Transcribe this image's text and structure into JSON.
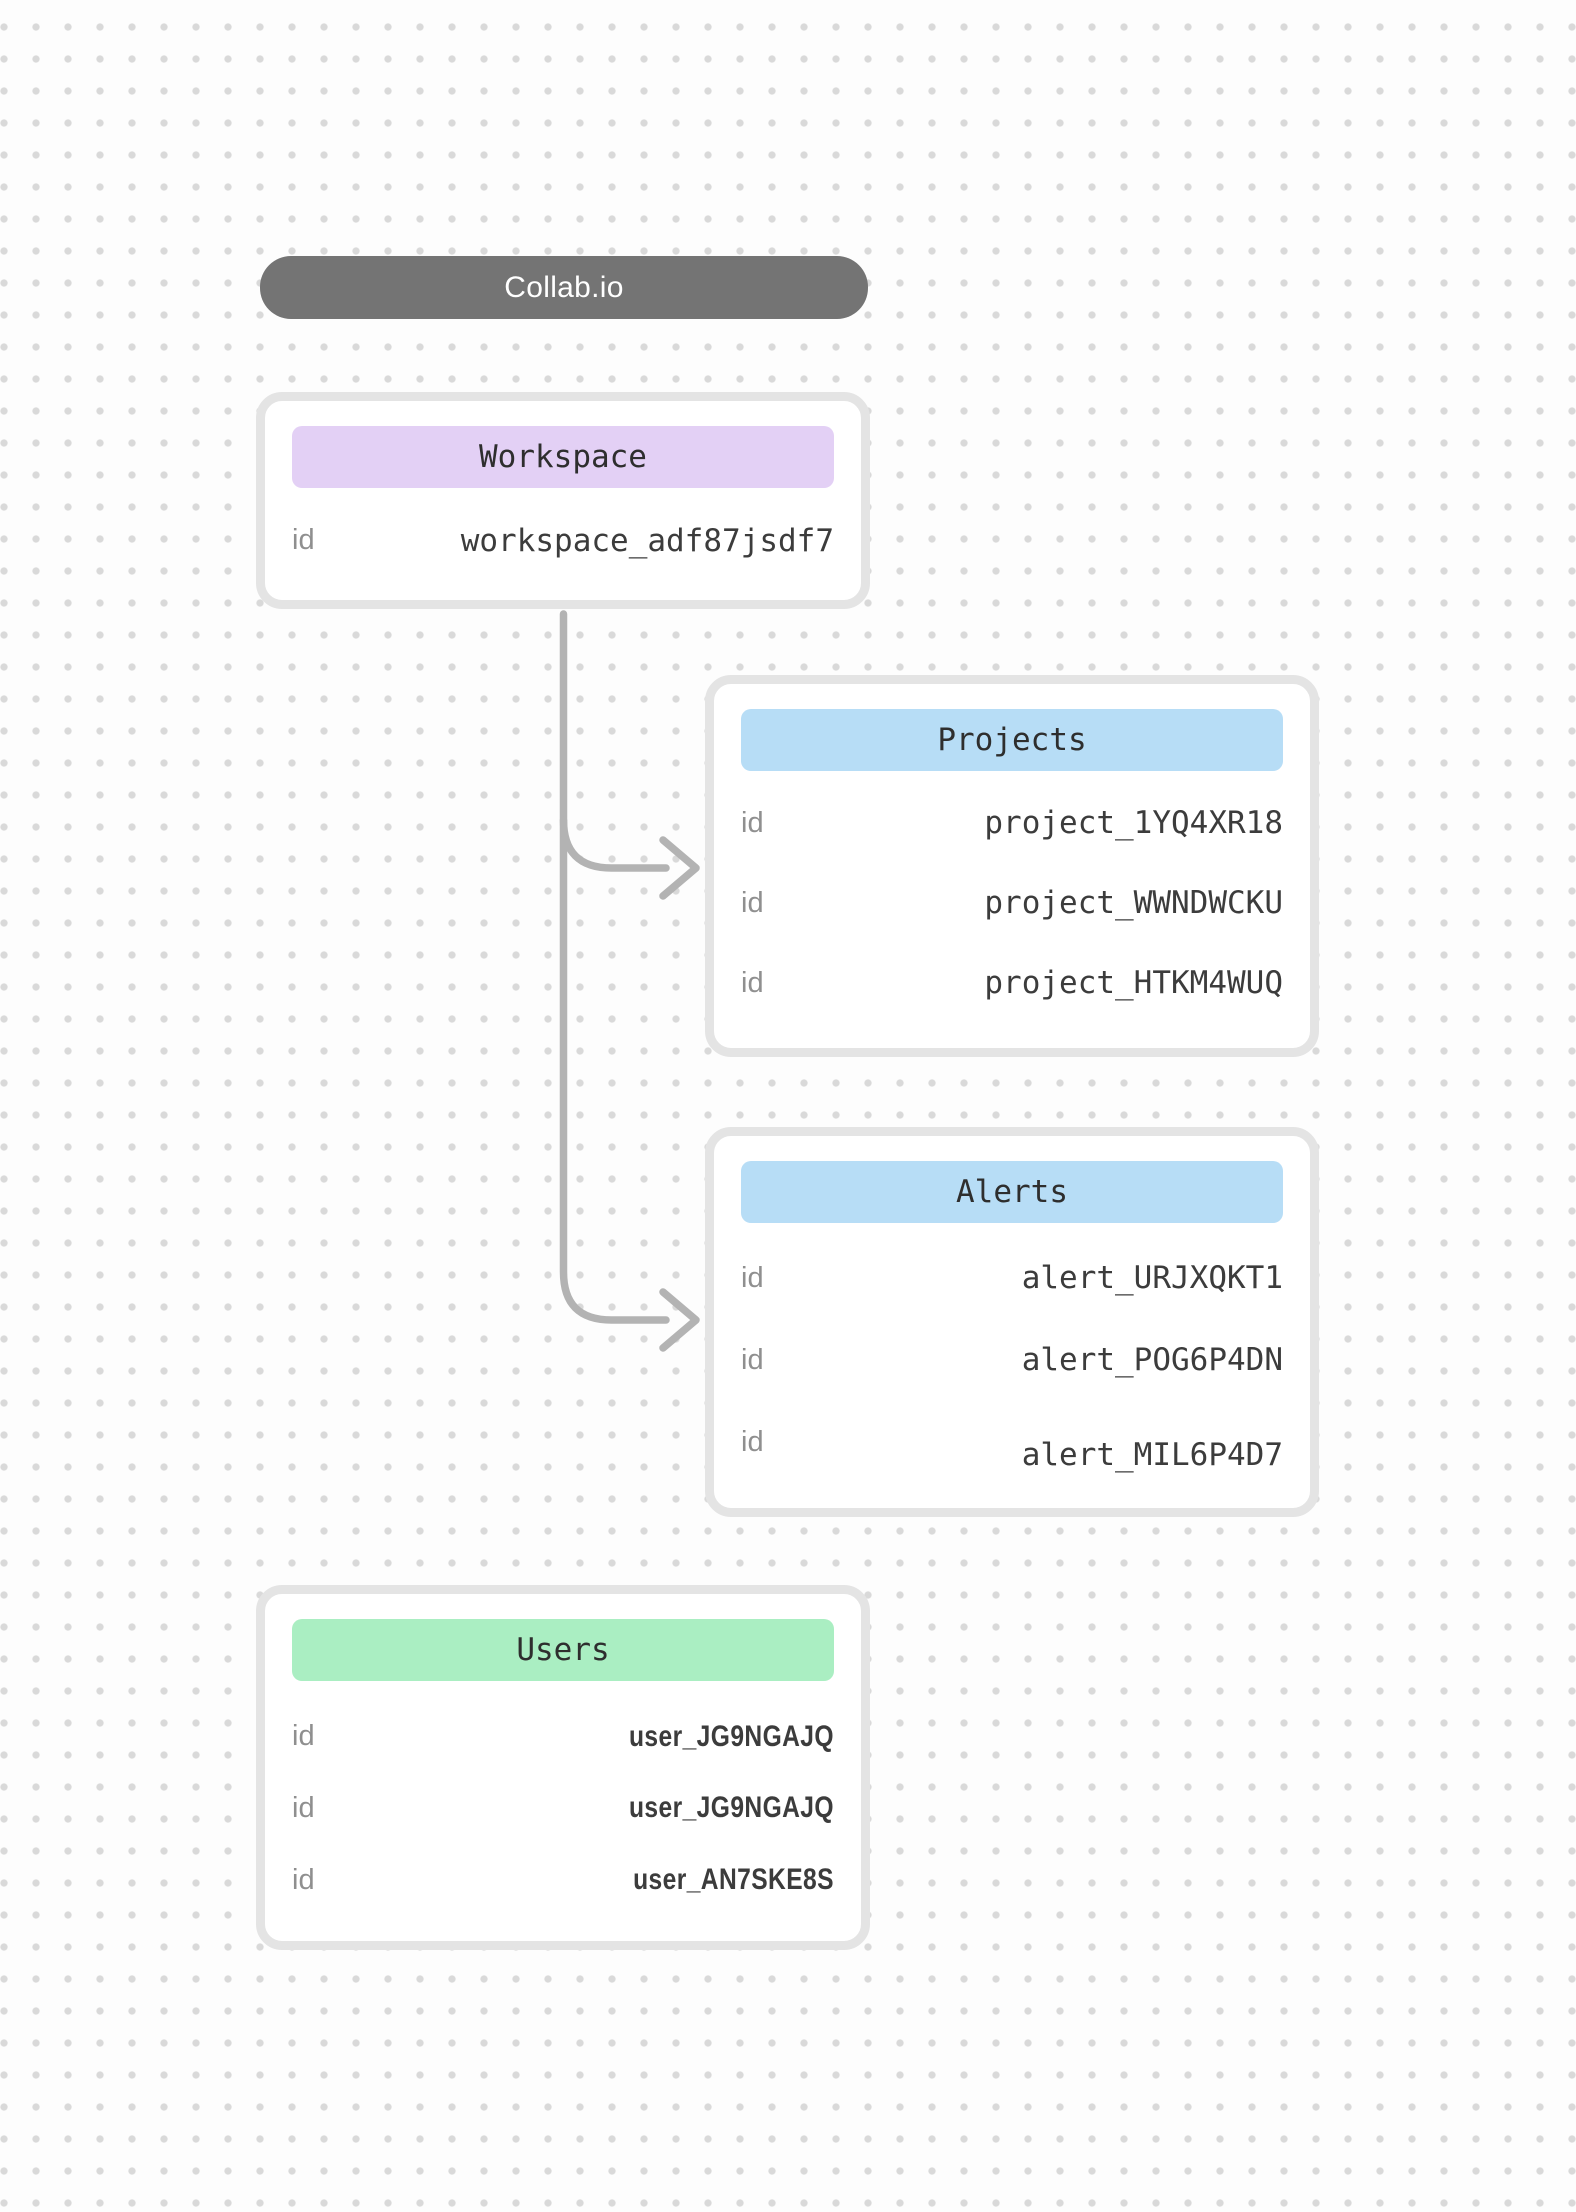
{
  "app_pill": {
    "label": "Collab.io",
    "bg": "#747474",
    "text_color": "#ffffff"
  },
  "theme": {
    "canvas_bg": "#fdfdfd",
    "dot_color": "#d9d9d9",
    "card_bg": "#ffffff",
    "card_border": "#e4e4e4",
    "connector_color": "#b3b3b3",
    "key_color": "#8f8f8f",
    "value_color": "#3c3c3c",
    "header_text_color": "#2e2e2e",
    "header_purple": "#e3d0f5",
    "header_blue": "#b7ddf6",
    "header_green": "#aaeec2"
  },
  "nodes": {
    "workspace": {
      "title": "Workspace",
      "rows": [
        {
          "key": "id",
          "value": "workspace_adf87jsdf7"
        }
      ]
    },
    "projects": {
      "title": "Projects",
      "rows": [
        {
          "key": "id",
          "value": "project_1YQ4XR18"
        },
        {
          "key": "id",
          "value": "project_WWNDWCKU"
        },
        {
          "key": "id",
          "value": "project_HTKM4WUQ"
        }
      ]
    },
    "alerts": {
      "title": "Alerts",
      "rows": [
        {
          "key": "id",
          "value": "alert_URJXQKT1"
        },
        {
          "key": "id",
          "value": "alert_POG6P4DN"
        },
        {
          "key": "id",
          "value": "alert_MIL6P4D7"
        }
      ]
    },
    "users": {
      "title": "Users",
      "rows": [
        {
          "key": "id",
          "value": "user_JG9NGAJQ"
        },
        {
          "key": "id",
          "value": "user_JG9NGAJQ"
        },
        {
          "key": "id",
          "value": "user_AN7SKE8S"
        }
      ]
    }
  },
  "connectors": [
    {
      "from": "workspace",
      "to": "projects"
    },
    {
      "from": "workspace",
      "to": "alerts"
    }
  ]
}
